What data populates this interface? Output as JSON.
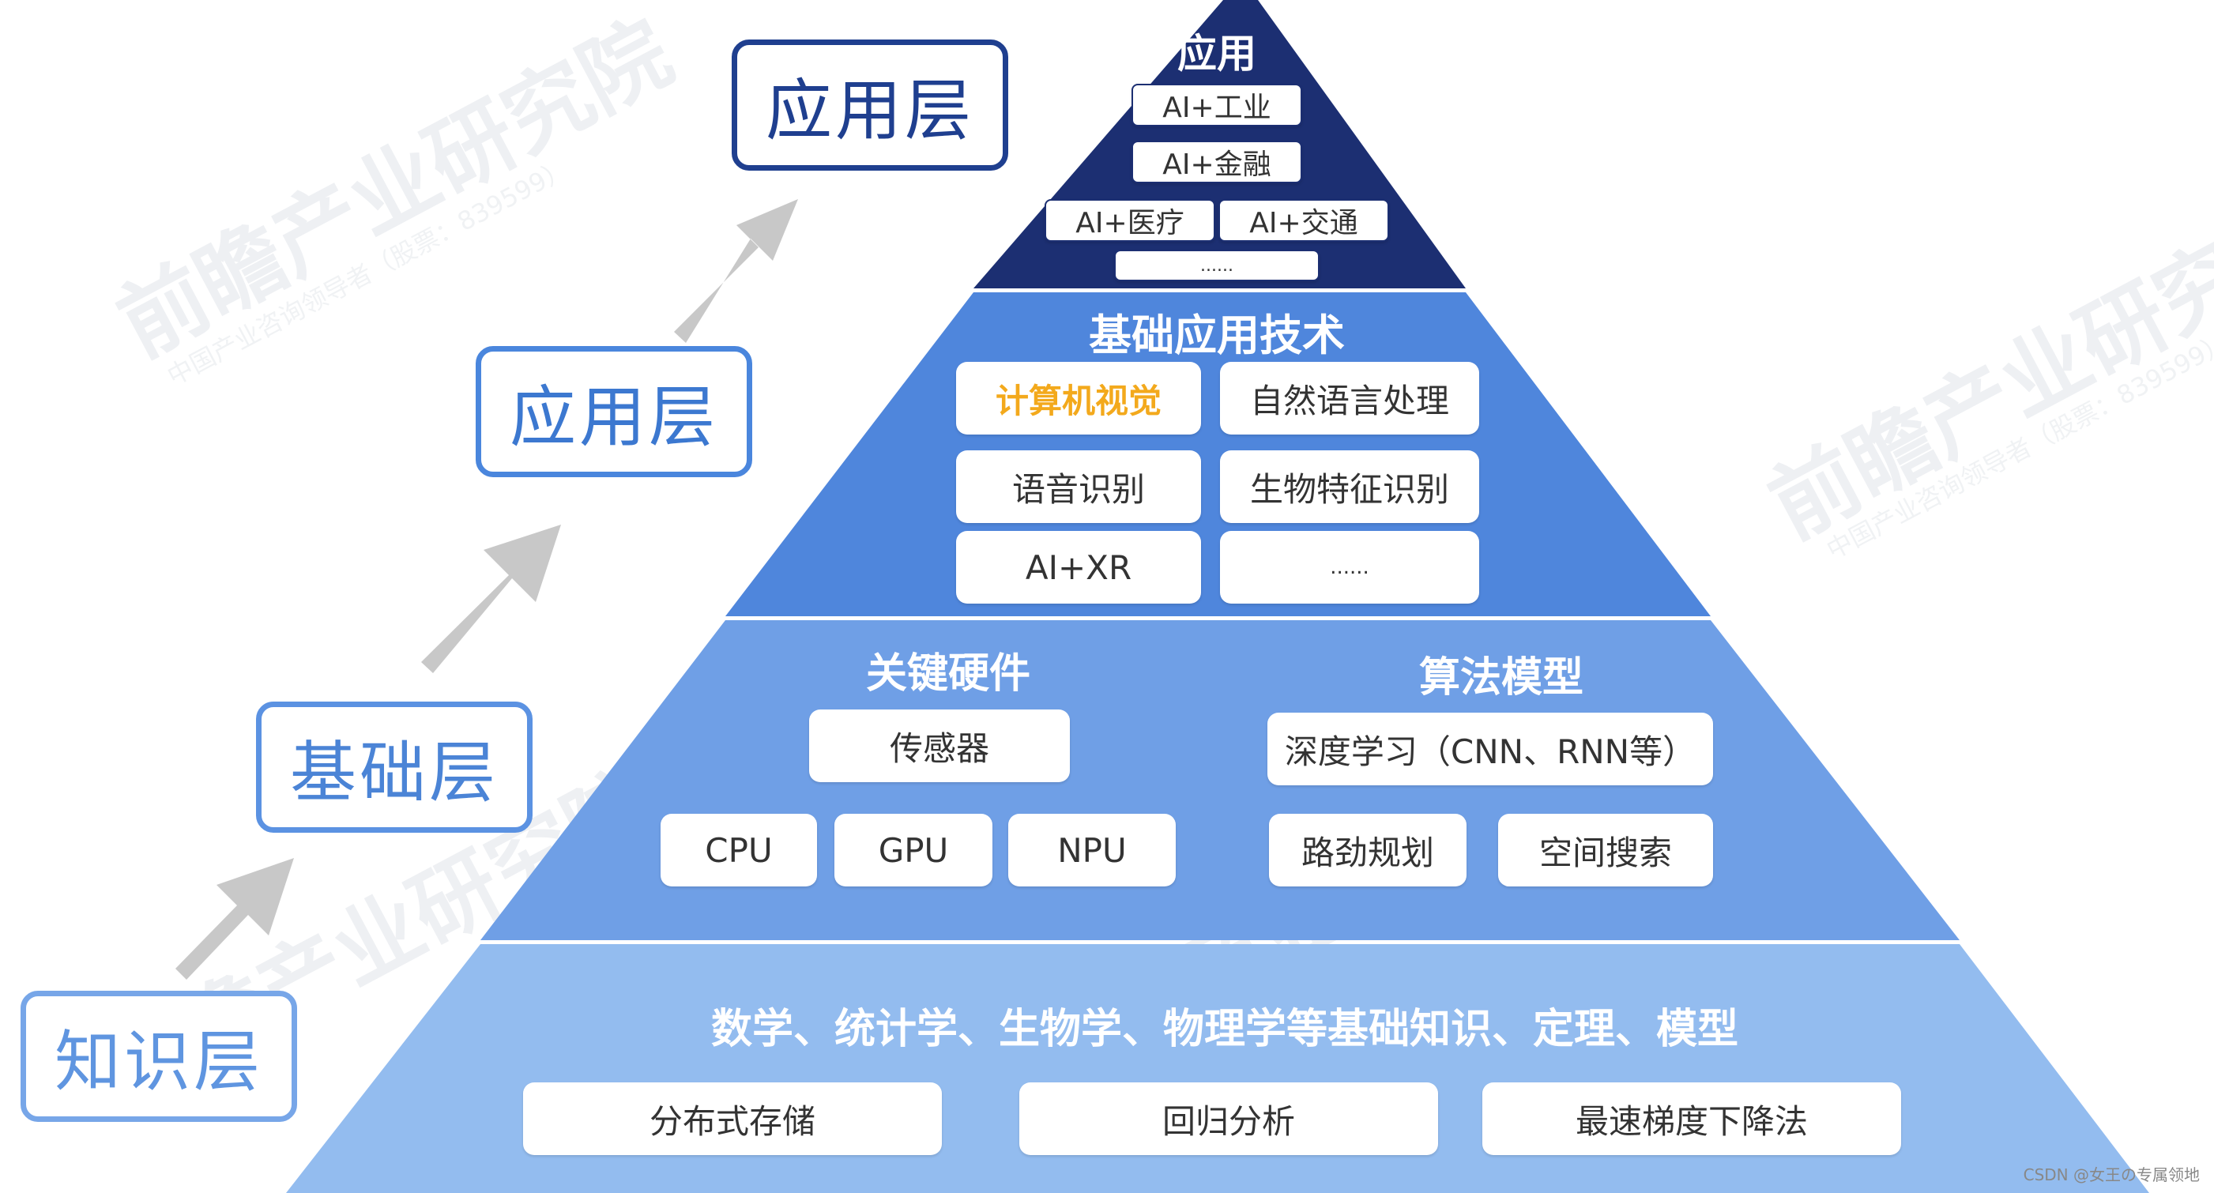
{
  "watermark": {
    "brand": "前瞻产业研究院",
    "sub": "中国产业咨询领导者（股票：839599）"
  },
  "side_labels": {
    "top": "应用层",
    "mid": "应用层",
    "low": "基础层",
    "bottom": "知识层"
  },
  "layers": {
    "top": {
      "title": "应用",
      "items": [
        "AI+工业",
        "AI+金融",
        "AI+医疗",
        "AI+交通",
        "......"
      ]
    },
    "second": {
      "title": "基础应用技术",
      "items": [
        "计算机视觉",
        "自然语言处理",
        "语音识别",
        "生物特征识别",
        "AI+XR",
        "......"
      ]
    },
    "third": {
      "hardware_title": "关键硬件",
      "hardware_items": [
        "传感器",
        "CPU",
        "GPU",
        "NPU"
      ],
      "algorithm_title": "算法模型",
      "algorithm_items": [
        "深度学习（CNN、RNN等）",
        "路劲规划",
        "空间搜索"
      ]
    },
    "bottom": {
      "title": "数学、统计学、生物学、物理学等基础知识、定理、模型",
      "items": [
        "分布式存储",
        "回归分析",
        "最速梯度下降法"
      ]
    }
  },
  "colors": {
    "top": "#1c2f72",
    "second": "#4f86dc",
    "third": "#6f9fe6",
    "bottom": "#93bcef",
    "highlight": "#f3a91c",
    "arrow": "#c8c8c8"
  },
  "footer": "CSDN @女王の专属领地"
}
